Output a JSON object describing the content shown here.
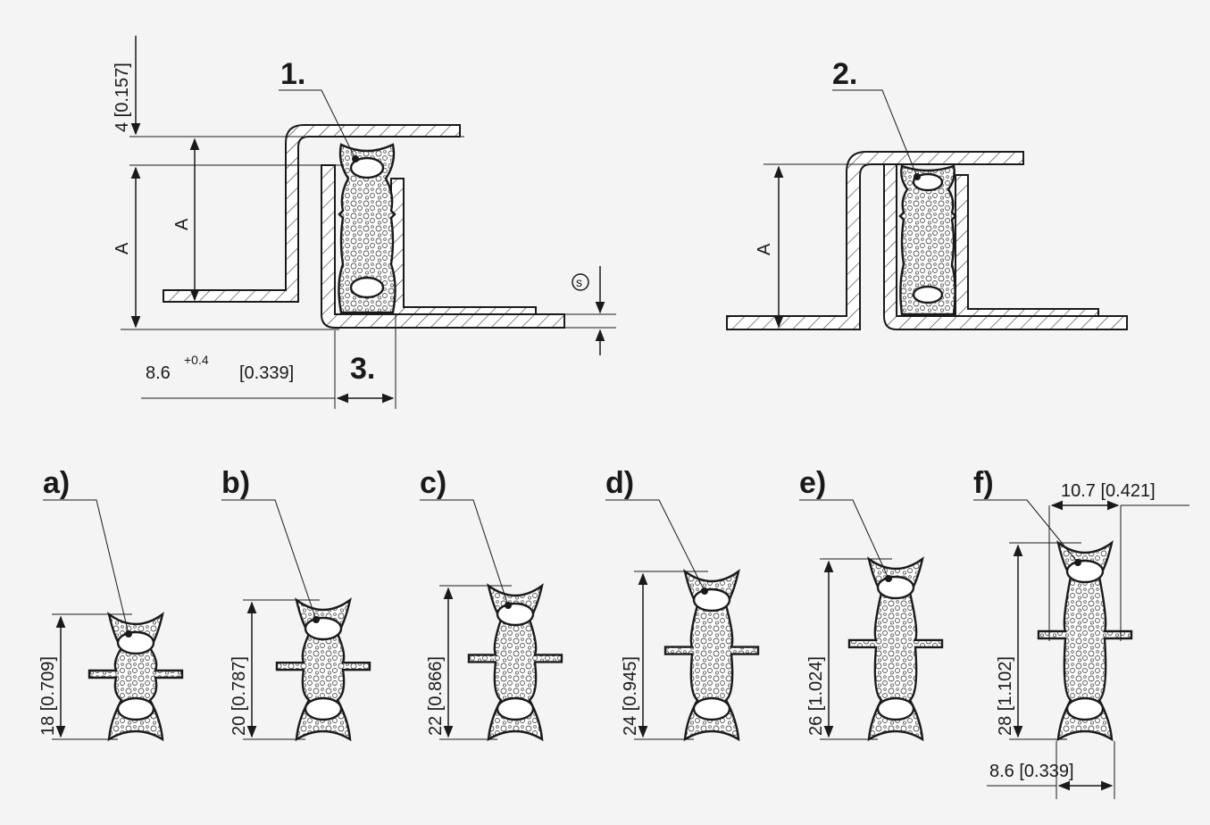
{
  "labels": {
    "seal_1": "1.",
    "seal_2": "2.",
    "seal_3": "3.",
    "dim_top": "4 [0.157]",
    "dim_a_outer": "A",
    "dim_a_inner": "A",
    "dim_a_right": "A",
    "dim_s": "s",
    "dim_width_main": "8.6",
    "dim_width_tol": "+0.4",
    "dim_width_inch": "[0.339]"
  },
  "variants": [
    {
      "letter": "a)",
      "dim": "18 [0.709]"
    },
    {
      "letter": "b)",
      "dim": "20 [0.787]"
    },
    {
      "letter": "c)",
      "dim": "22 [0.866]"
    },
    {
      "letter": "d)",
      "dim": "24 [0.945]"
    },
    {
      "letter": "e)",
      "dim": "26 [1.024]"
    },
    {
      "letter": "f)",
      "dim": "28 [1.102]"
    }
  ],
  "variant_f_extra": {
    "width_top": "10.7 [0.421]",
    "width_bottom": "8.6 [0.339]"
  }
}
